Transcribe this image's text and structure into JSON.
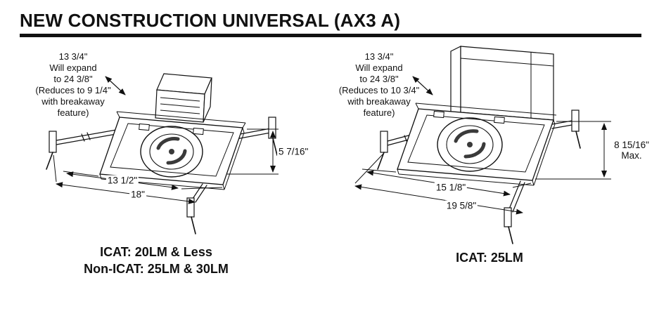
{
  "ink": "#111111",
  "title": "NEW CONSTRUCTION UNIVERSAL (AX3 A)",
  "left": {
    "note_lines": [
      "13 3/4\"",
      "Will expand",
      "to 24 3/8\"",
      "(Reduces to 9 1/4\"",
      "with breakaway",
      "feature)"
    ],
    "dim_height": "5 7/16\"",
    "dim_inner": "13 1/2\"",
    "dim_outer": "18\"",
    "caption_lines": [
      "ICAT: 20LM & Less",
      "Non-ICAT: 25LM & 30LM"
    ]
  },
  "right": {
    "note_lines": [
      "13 3/4\"",
      "Will expand",
      "to 24 3/8\"",
      "(Reduces to 10 3/4\"",
      "with breakaway",
      "feature)"
    ],
    "dim_height": "8 15/16\"",
    "dim_height_note": "Max.",
    "dim_inner": "15 1/8\"",
    "dim_outer": "19 5/8\"",
    "caption_lines": [
      "ICAT: 25LM"
    ]
  }
}
